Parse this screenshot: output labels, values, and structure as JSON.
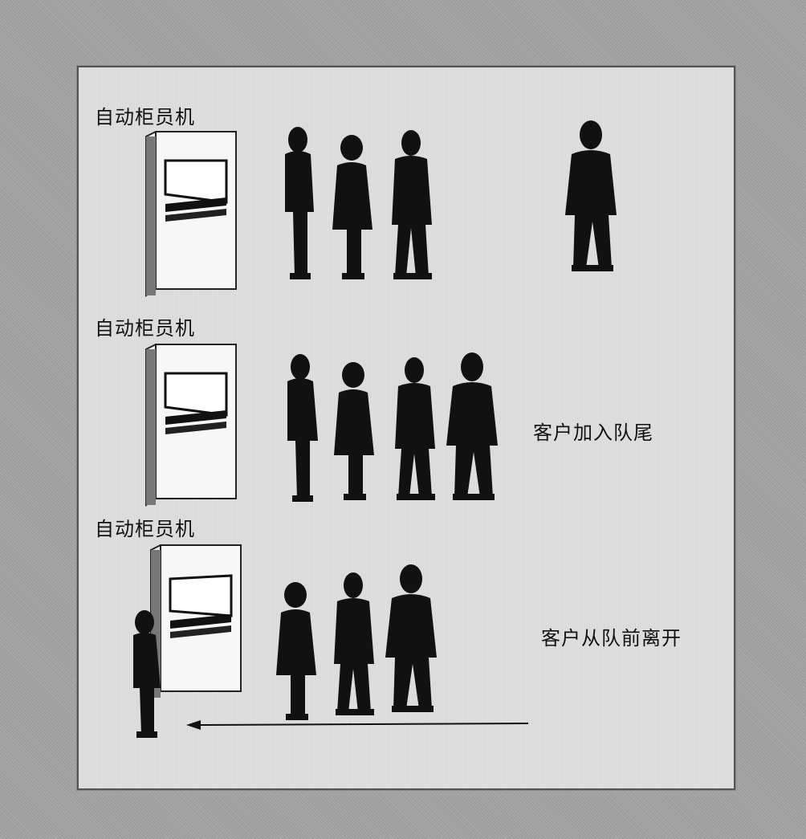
{
  "scenes": [
    {
      "atm_label": "自动柜员机",
      "caption": ""
    },
    {
      "atm_label": "自动柜员机",
      "caption": "客户加入队尾"
    },
    {
      "atm_label": "自动柜员机",
      "caption": "客户从队前离开"
    }
  ],
  "icons": {
    "atm": "atm-machine-icon",
    "person": "person-silhouette-icon",
    "arrow": "arrow-left-icon"
  },
  "colors": {
    "silhouette": "#111111",
    "panel": "#dedede",
    "background": "#a3a3a3"
  }
}
